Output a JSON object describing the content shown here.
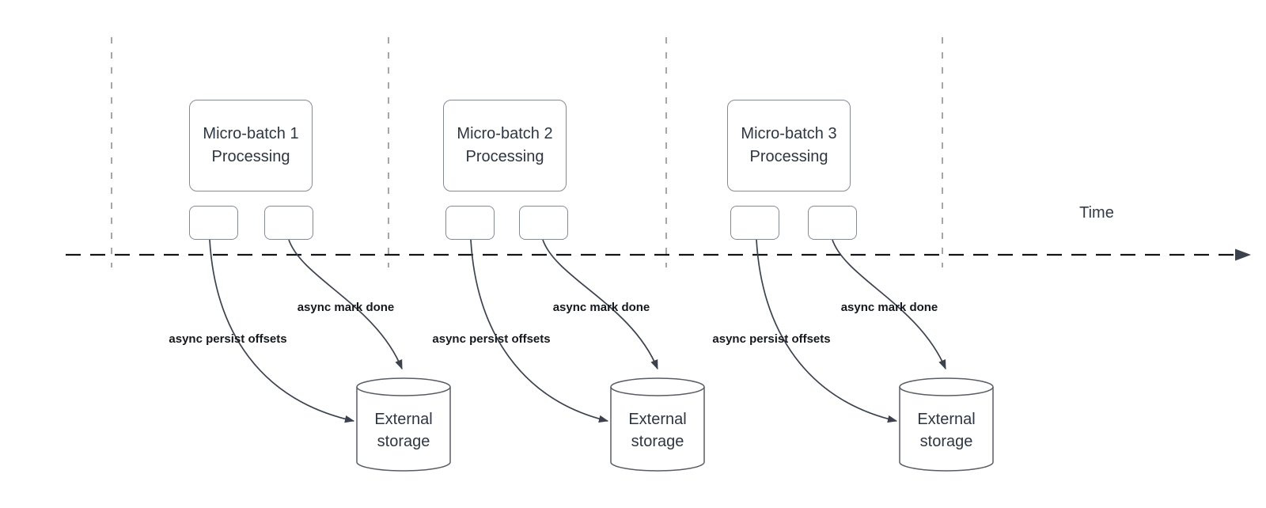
{
  "diagram": {
    "time_axis_label": "Time",
    "batches": [
      {
        "process_label_lines": [
          "Micro-batch 1",
          "Processing"
        ],
        "persist_arrow_label": "async persist offsets",
        "mark_done_arrow_label": "async mark done",
        "storage_label_lines": [
          "External",
          "storage"
        ]
      },
      {
        "process_label_lines": [
          "Micro-batch 2",
          "Processing"
        ],
        "persist_arrow_label": "async persist offsets",
        "mark_done_arrow_label": "async mark done",
        "storage_label_lines": [
          "External",
          "storage"
        ]
      },
      {
        "process_label_lines": [
          "Micro-batch 3",
          "Processing"
        ],
        "persist_arrow_label": "async persist offsets",
        "mark_done_arrow_label": "async mark done",
        "storage_label_lines": [
          "External",
          "storage"
        ]
      }
    ],
    "colors": {
      "background": "#ffffff",
      "time_axis": "#121418",
      "guide_line": "#a5a5aa",
      "node_border": "#858a93",
      "cylinder_border": "#585d64",
      "arrow": "#3b424d",
      "node_text": "#2e3641",
      "edge_label_text": "#15181c"
    }
  }
}
